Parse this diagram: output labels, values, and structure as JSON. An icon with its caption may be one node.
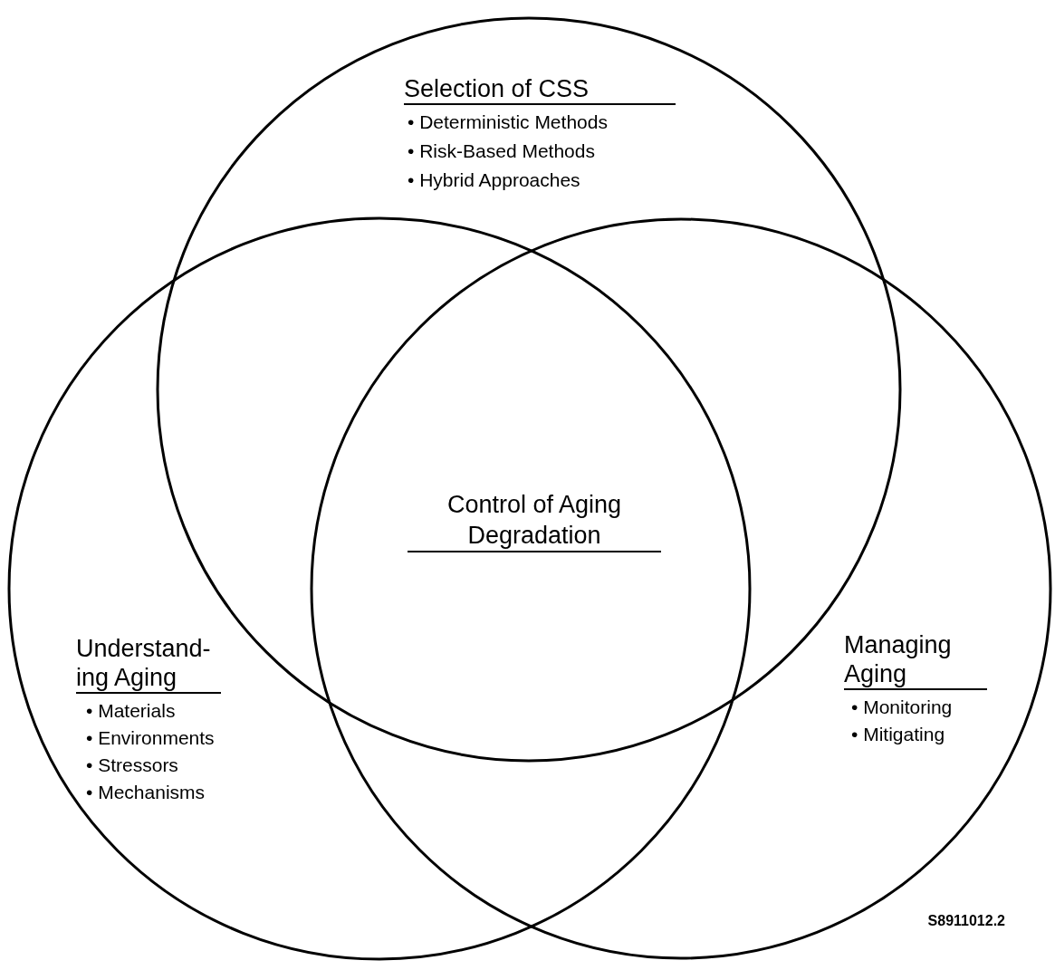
{
  "diagram": {
    "nodes": [
      {
        "text": [
          "Selection of CSS",
          "• Deterministic Methods",
          "• Risk-Based Methods",
          "• Hybrid Approaches"
        ]
      },
      {
        "text": [
          "Understand- ing Aging",
          "• Materials",
          "• Environments",
          "• Stressors",
          "• Mechanisms"
        ]
      },
      {
        "text": [
          "Managing Aging",
          "• Monitoring",
          "• Mitigating"
        ]
      }
    ],
    "edges": [],
    "labels": [
      "Control of Aging Degradation",
      "S8911012.2"
    ]
  }
}
